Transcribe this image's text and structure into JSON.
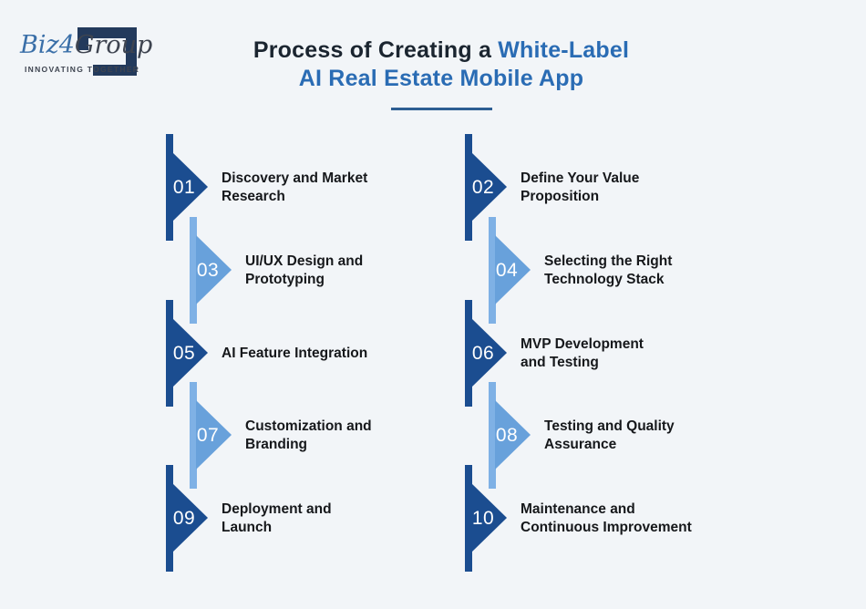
{
  "logo": {
    "brand_blue": "Biz4",
    "brand_dark": "Group",
    "tagline": "INNOVATING TOGETHER"
  },
  "title": {
    "line1_dark": "Process of Creating a ",
    "line1_blue": "White-Label",
    "line2_blue": "AI Real Estate Mobile App"
  },
  "colors": {
    "bg": "#f2f5f8",
    "dark_blue": "#1b4d90",
    "light_blue": "#68a1db",
    "light_bar": "#7fb1e5",
    "title_blue": "#2a6cb4",
    "text_dark": "#1b2530",
    "text": "#16181b",
    "underline": "#2d5e93",
    "logo_blue": "#3a6fa8",
    "logo_dark": "#3e4450",
    "logo_square": "#233a5c"
  },
  "steps": [
    {
      "num": "01",
      "tone": "dark",
      "label": "Discovery and Market\nResearch"
    },
    {
      "num": "02",
      "tone": "dark",
      "label": "Define Your Value\nProposition"
    },
    {
      "num": "03",
      "tone": "light",
      "label": "UI/UX Design and\nPrototyping"
    },
    {
      "num": "04",
      "tone": "light",
      "label": "Selecting the Right\nTechnology Stack"
    },
    {
      "num": "05",
      "tone": "dark",
      "label": "AI Feature Integration"
    },
    {
      "num": "06",
      "tone": "dark",
      "label": "MVP Development\nand Testing"
    },
    {
      "num": "07",
      "tone": "light",
      "label": "Customization and\nBranding"
    },
    {
      "num": "08",
      "tone": "light",
      "label": "Testing and Quality\nAssurance"
    },
    {
      "num": "09",
      "tone": "dark",
      "label": "Deployment and\nLaunch"
    },
    {
      "num": "10",
      "tone": "dark",
      "label": "Maintenance and\nContinuous Improvement"
    }
  ]
}
